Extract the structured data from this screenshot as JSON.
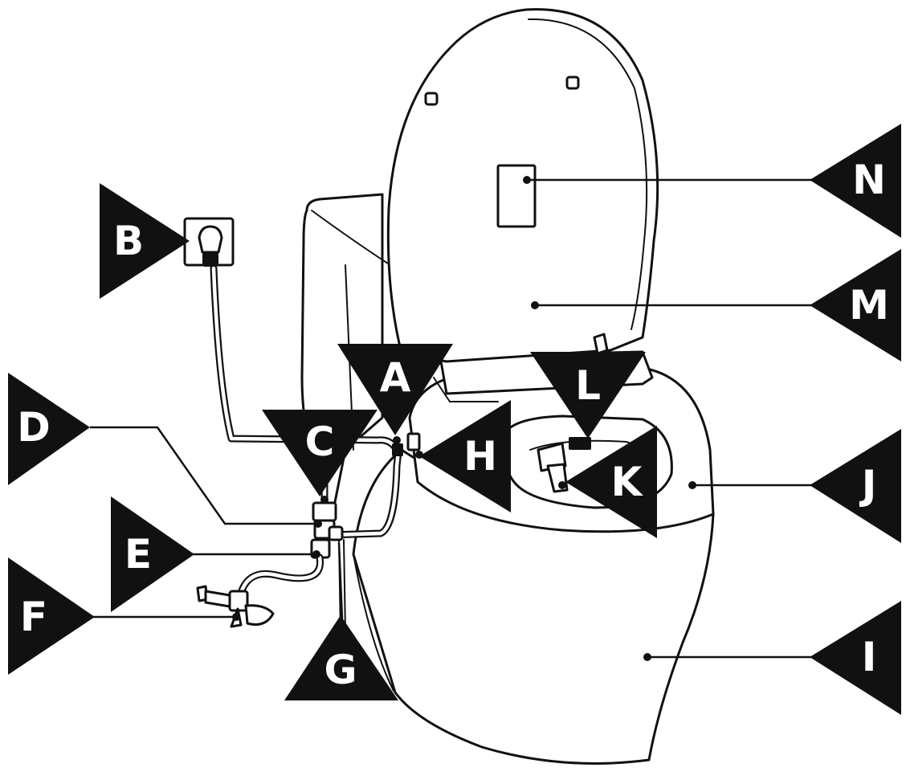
{
  "callouts": [
    {
      "letter": "A"
    },
    {
      "letter": "B"
    },
    {
      "letter": "C"
    },
    {
      "letter": "D"
    },
    {
      "letter": "E"
    },
    {
      "letter": "F"
    },
    {
      "letter": "G"
    },
    {
      "letter": "H"
    },
    {
      "letter": "I"
    },
    {
      "letter": "J"
    },
    {
      "letter": "K"
    },
    {
      "letter": "L"
    },
    {
      "letter": "M"
    },
    {
      "letter": "N"
    }
  ],
  "colors": {
    "ink": "#111111",
    "background": "#ffffff"
  }
}
